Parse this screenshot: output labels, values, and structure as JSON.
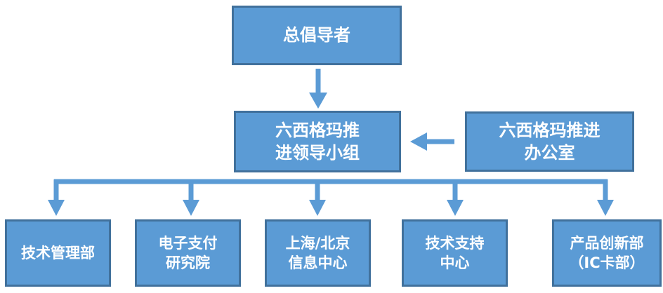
{
  "diagram": {
    "type": "org-chart",
    "colors": {
      "box_fill": "#5B9BD5",
      "box_border": "#41719C",
      "connector": "#5B9BD5",
      "text": "#ffffff",
      "bg": "#ffffff"
    },
    "nodes": {
      "champion": {
        "label": "总倡导者",
        "lines": [
          "总倡导者"
        ]
      },
      "leadership_team": {
        "label": "六西格玛推进领导小组",
        "lines": [
          "六西格玛推",
          "进领导小组"
        ]
      },
      "promotion_office": {
        "label": "六西格玛推进办公室",
        "lines": [
          "六西格玛推进",
          "办公室"
        ]
      },
      "departments": [
        {
          "label": "技术管理部",
          "lines": [
            "技术管理部"
          ]
        },
        {
          "label": "电子支付研究院",
          "lines": [
            "电子支付",
            "研究院"
          ]
        },
        {
          "label": "上海/北京信息中心",
          "lines": [
            "上海/北京",
            "信息中心"
          ]
        },
        {
          "label": "技术支持中心",
          "lines": [
            "技术支持",
            "中心"
          ]
        },
        {
          "label": "产品创新部（IC卡部）",
          "lines": [
            "产品创新部",
            "（IC卡部）"
          ]
        }
      ]
    },
    "edges": [
      {
        "from": "champion",
        "to": "leadership_team",
        "style": "arrow-down"
      },
      {
        "from": "promotion_office",
        "to": "leadership_team",
        "style": "arrow-left"
      },
      {
        "from": "leadership_team",
        "to": "departments",
        "style": "tree-arrows-down"
      }
    ]
  }
}
